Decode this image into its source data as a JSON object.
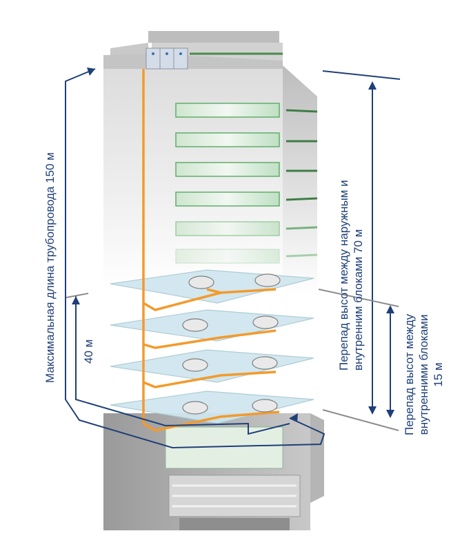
{
  "labels": {
    "max_pipe_length": "Максимальная длина трубопровода 150 м",
    "segment_length": "40 м",
    "outdoor_indoor_height": [
      "Перепад высот между наружным и",
      "внутренним блоками 70 м"
    ],
    "indoor_indoor_height": [
      "Перепад высот между",
      "внутренними блоками",
      "15 м"
    ]
  },
  "colors": {
    "annotation": "#1e3f78",
    "refrigerant_pipe": "#f39a2b",
    "floor_slab": "#cfe6ee",
    "facade_glass": "#5fae6a"
  },
  "icons": {
    "indoor_unit": "cassette-unit-icon",
    "outdoor_unit": "outdoor-unit-icon"
  }
}
